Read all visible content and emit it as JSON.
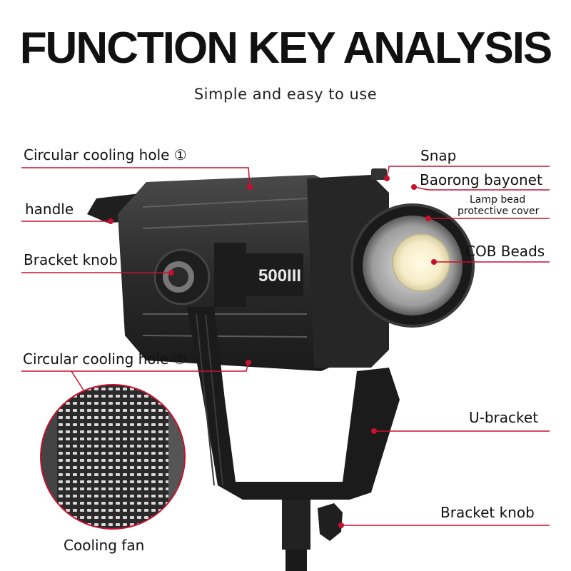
{
  "header": {
    "title": "FUNCTION KEY ANALYSIS",
    "subtitle": "Simple and easy to use"
  },
  "product": {
    "model_text": "500III"
  },
  "callouts": {
    "cooling_hole_1": "Circular cooling hole ①",
    "handle": "handle",
    "bracket_knob_top": "Bracket knob",
    "cooling_hole_2": "Circular cooling hole ②",
    "cooling_fan": "Cooling fan",
    "snap": "Snap",
    "bayonet": "Baorong bayonet",
    "protective_cover_line1": "Lamp bead",
    "protective_cover_line2": "protective cover",
    "cob_beads": "COB Beads",
    "u_bracket": "U-bracket",
    "bracket_knob_bottom": "Bracket knob"
  },
  "colors": {
    "accent": "#c8102e",
    "text": "#111111",
    "body": "#2a2a2a",
    "led": "#f6edc8"
  }
}
